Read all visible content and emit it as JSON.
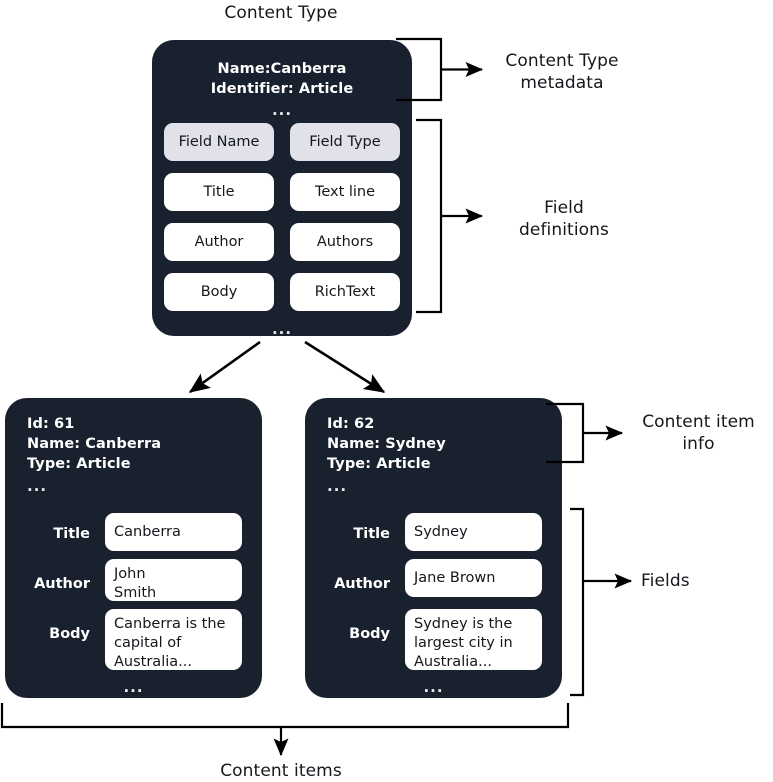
{
  "diagram": {
    "title": "Content Type",
    "bottom_label": "Content items",
    "ellipsis": "...",
    "colors": {
      "card_background": "#19202e",
      "card_text": "#ffffff",
      "pill_background": "#ffffff",
      "pill_header_background": "#e0e1e9",
      "page_background": "#ffffff",
      "stroke": "#000000",
      "caption_text": "#15171c"
    }
  },
  "content_type_card": {
    "metadata": {
      "name_line": "Name:Canberra",
      "identifier_line": "Identifier: Article",
      "ellipsis": "..."
    },
    "field_table": {
      "headers": [
        "Field Name",
        "Field Type"
      ],
      "rows": [
        [
          "Title",
          "Text line"
        ],
        [
          "Author",
          "Authors"
        ],
        [
          "Body",
          "RichText"
        ]
      ],
      "ellipsis": "..."
    }
  },
  "content_items": [
    {
      "info": {
        "id_line": "Id: 61",
        "name_line": "Name: Canberra",
        "type_line": "Type: Article",
        "ellipsis": "..."
      },
      "fields": [
        {
          "label": "Title",
          "value": "Canberra"
        },
        {
          "label": "Author",
          "value": "John Smith"
        },
        {
          "label": "Body",
          "value": "Canberra is the capital of Australia..."
        }
      ],
      "ellipsis": "..."
    },
    {
      "info": {
        "id_line": "Id: 62",
        "name_line": "Name: Sydney",
        "type_line": "Type: Article",
        "ellipsis": "..."
      },
      "fields": [
        {
          "label": "Title",
          "value": "Sydney"
        },
        {
          "label": "Author",
          "value": "Jane Brown"
        },
        {
          "label": "Body",
          "value": "Sydney is the largest city in Australia..."
        }
      ],
      "ellipsis": "..."
    }
  ],
  "annotations": {
    "content_type_metadata": "Content Type\nmetadata",
    "content_type_metadata_line1": "Content Type",
    "content_type_metadata_line2": "metadata",
    "field_definitions_line1": "Field",
    "field_definitions_line2": "definitions",
    "content_item_info_line1": "Content item",
    "content_item_info_line2": "info",
    "fields_label": "Fields"
  }
}
